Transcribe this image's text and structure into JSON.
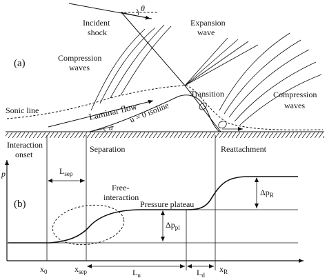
{
  "panel_a": {
    "tag": "(a)",
    "theta": "θ",
    "incident_shock": [
      "Incident",
      "shock"
    ],
    "expansion_wave": [
      "Expansion",
      "wave"
    ],
    "compression_waves_left": [
      "Compression",
      "waves"
    ],
    "compression_waves_right": [
      "Compression",
      "waves"
    ],
    "transition": "Transition",
    "sonic_line": "Sonic line",
    "laminar_flow": "Laminar flow",
    "isoline": "u = 0 isoline",
    "alpha": "α",
    "interaction_onset": [
      "Interaction",
      "onset"
    ],
    "separation": "Separation",
    "reattachment": "Reattachment"
  },
  "panel_b": {
    "tag": "(b)",
    "p_axis": "p",
    "l_sep": "L",
    "l_sep_sub": "sep",
    "free_interaction": [
      "Free-",
      "interaction"
    ],
    "pressure_plateau": "Pressure plateau",
    "dp_pl": "Δp",
    "dp_pl_sub": "pl",
    "dp_r": "Δp",
    "dp_r_sub": "R",
    "x0": "x",
    "x0_sub": "0",
    "x_sep": "x",
    "x_sep_sub": "sep",
    "l_u": "L",
    "l_u_sub": "u",
    "l_d": "L",
    "l_d_sub": "d",
    "x_r": "x",
    "x_r_sub": "R"
  }
}
